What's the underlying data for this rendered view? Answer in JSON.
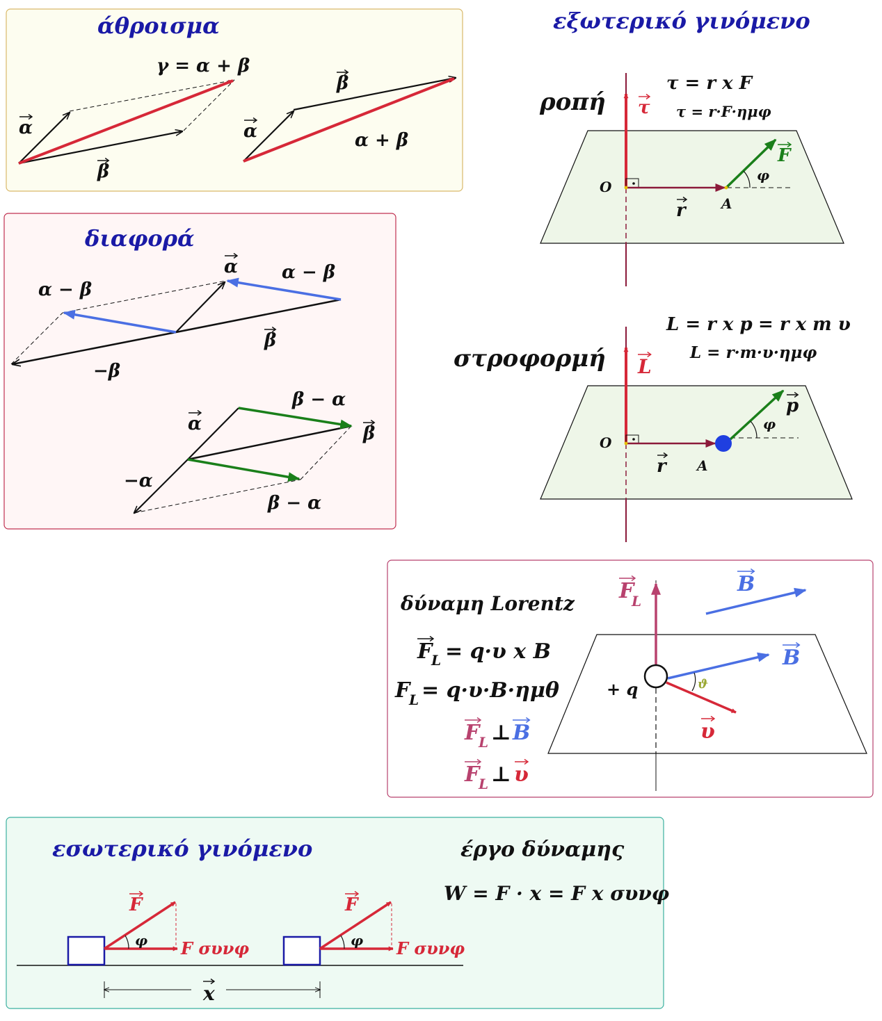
{
  "colors": {
    "red": "#d62838",
    "black": "#111111",
    "blue": "#4a6fe3",
    "green": "#1a7f1a",
    "darkred": "#8b1a3a",
    "title": "#1a1aa6",
    "magenta": "#b8426e",
    "panel_sum_bg": "#fdfdf0",
    "panel_diff_bg": "#fff6f6",
    "panel_lorentz_bg": "#ffffff",
    "panel_inner_bg": "#eefaf3",
    "plane_bg": "#eef6e8"
  },
  "sum": {
    "title": "άθροισμα",
    "formula": "γ = α + β",
    "a": "α",
    "b": "β",
    "a2": "α",
    "b2": "β",
    "apb": "α + β"
  },
  "diff": {
    "title": "διαφορά",
    "a_minus_b_left": "α − β",
    "a_top": "α",
    "a_minus_b_right": "α − β",
    "b": "β",
    "neg_b": "−β",
    "b_minus_a_top": "β − α",
    "a2": "α",
    "b2": "β",
    "neg_a": "−α",
    "b_minus_a_bottom": "β − α"
  },
  "outer": {
    "title": "εξωτερικό γινόμενο",
    "torque_label": "ροπή",
    "torque_formula": "τ = r x F",
    "torque_magnitude": "τ = r·F·ημφ",
    "tau": "τ",
    "F": "F",
    "phi": "φ",
    "O": "O",
    "r": "r",
    "A": "A",
    "ang_label": "στροφορμή",
    "ang_formula_1": "L = r x p",
    "ang_formula_2": "= r x m υ",
    "ang_magnitude": "L = r·m·υ·ημφ",
    "L": "L",
    "p": "p",
    "phi2": "φ",
    "O2": "O",
    "r2": "r",
    "A2": "A"
  },
  "lorentz": {
    "title": "δύναμη Lorentz",
    "formula_vec": "F",
    "formula_vec_sub": "L",
    "formula_vec_rhs": "= q·υ x B",
    "formula_mag": "F",
    "formula_mag_sub": "L",
    "formula_mag_rhs": "= q·υ·B·ημθ",
    "perp1_lhs": "F",
    "perp1_sub": "L",
    "perp1_sym": "⊥",
    "perp1_rhs": "B",
    "perp2_lhs": "F",
    "perp2_sub": "L",
    "perp2_sym": "⊥",
    "perp2_rhs": "υ",
    "FL": "F",
    "FL_sub": "L",
    "B_top": "B",
    "B_plane": "B",
    "theta": "ϑ",
    "charge": "+ q",
    "v": "υ"
  },
  "inner": {
    "title": "εσωτερικό γινόμενο",
    "work_title": "έργο δύναμης",
    "work_formula": "W = F · x = F x συνφ",
    "F1": "F",
    "phi1": "φ",
    "Fcos1": "F συνφ",
    "F2": "F",
    "phi2": "φ",
    "Fcos2": "F συνφ",
    "x": "x"
  }
}
